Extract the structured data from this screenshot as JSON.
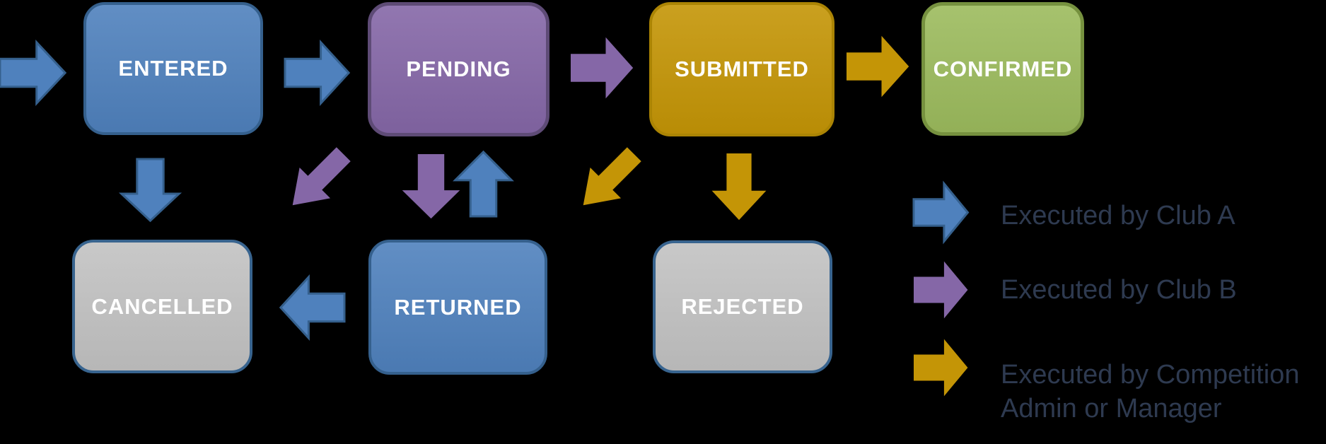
{
  "background": "#000000",
  "palette": {
    "blue": "#4F81BD",
    "blue_border": "#35608D",
    "purple": "#8567A7",
    "purple_border": "#5E4B76",
    "gold": "#C49506",
    "gold_border": "#AB8404",
    "green": "#9CBB5D",
    "green_border": "#76913F",
    "gray": "#C2C2C2",
    "gray_border": "#38648F",
    "node_text": "#FFFFFF",
    "legend_text": "#2E3A50"
  },
  "nodes": {
    "entered": {
      "label": "ENTERED",
      "color": "#4F81BD"
    },
    "pending": {
      "label": "PENDING",
      "color": "#8567A7"
    },
    "submitted": {
      "label": "SUBMITTED",
      "color": "#C49506"
    },
    "confirmed": {
      "label": "CONFIRMED",
      "color": "#9CBB5D"
    },
    "cancelled": {
      "label": "CANCELLED",
      "color": "#C2C2C2"
    },
    "returned": {
      "label": "RETURNED",
      "color": "#4F81BD"
    },
    "rejected": {
      "label": "REJECTED",
      "color": "#C2C2C2"
    }
  },
  "arrows": [
    {
      "from": "start",
      "to": "entered",
      "actor": "Club A",
      "color": "#4F81BD",
      "direction": "right"
    },
    {
      "from": "entered",
      "to": "pending",
      "actor": "Club A",
      "color": "#4F81BD",
      "direction": "right"
    },
    {
      "from": "pending",
      "to": "submitted",
      "actor": "Club B",
      "color": "#8567A7",
      "direction": "right"
    },
    {
      "from": "submitted",
      "to": "confirmed",
      "actor": "Competition Admin or Manager",
      "color": "#C49506",
      "direction": "right"
    },
    {
      "from": "entered",
      "to": "cancelled",
      "actor": "Club A",
      "color": "#4F81BD",
      "direction": "down"
    },
    {
      "from": "pending",
      "to": "cancelled",
      "actor": "Club B",
      "color": "#8567A7",
      "direction": "down-left"
    },
    {
      "from": "pending",
      "to": "returned",
      "actor": "Club B",
      "color": "#8567A7",
      "direction": "down"
    },
    {
      "from": "returned",
      "to": "pending",
      "actor": "Club A",
      "color": "#4F81BD",
      "direction": "up"
    },
    {
      "from": "submitted",
      "to": "returned",
      "actor": "Competition Admin or Manager",
      "color": "#C49506",
      "direction": "down-left"
    },
    {
      "from": "submitted",
      "to": "rejected",
      "actor": "Competition Admin or Manager",
      "color": "#C49506",
      "direction": "down"
    },
    {
      "from": "returned",
      "to": "cancelled",
      "actor": "Club A",
      "color": "#4F81BD",
      "direction": "left"
    }
  ],
  "legend": {
    "items": [
      {
        "id": "club-a",
        "arrow_color": "#4F81BD",
        "label": "Executed by Club A"
      },
      {
        "id": "club-b",
        "arrow_color": "#8567A7",
        "label": "Executed by Club B"
      },
      {
        "id": "admin",
        "arrow_color": "#C49506",
        "label": "Executed by Competition Admin or Manager"
      }
    ]
  }
}
